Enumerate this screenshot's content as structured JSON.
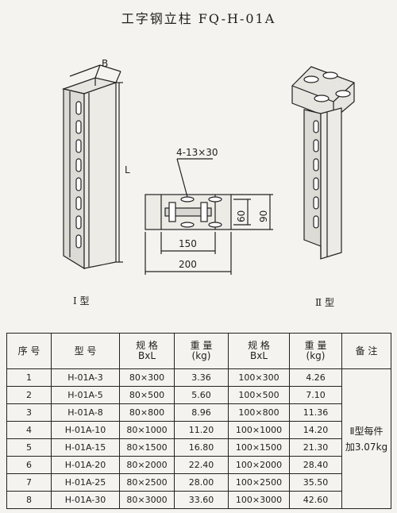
{
  "title": "工字钢立柱   FQ-H-01A",
  "drawing": {
    "label_B": "B",
    "label_L": "L",
    "label_holes": "4-13×30",
    "dim_60": "60",
    "dim_90": "90",
    "dim_150": "150",
    "dim_200": "200",
    "caption_type1": "Ⅰ 型",
    "caption_type2": "Ⅱ 型"
  },
  "table": {
    "headers": {
      "seq": "序 号",
      "model": "型    号",
      "spec1_a": "规  格",
      "spec1_b": "BxL",
      "weight1_a": "重  量",
      "weight1_b": "(kg)",
      "spec2_a": "规  格",
      "spec2_b": "BxL",
      "weight2_a": "重  量",
      "weight2_b": "(kg)",
      "note": "备  注"
    },
    "rows": [
      {
        "seq": "1",
        "model": "H-01A-3",
        "spec1": "80×300",
        "w1": "3.36",
        "spec2": "100×300",
        "w2": "4.26"
      },
      {
        "seq": "2",
        "model": "H-01A-5",
        "spec1": "80×500",
        "w1": "5.60",
        "spec2": "100×500",
        "w2": "7.10"
      },
      {
        "seq": "3",
        "model": "H-01A-8",
        "spec1": "80×800",
        "w1": "8.96",
        "spec2": "100×800",
        "w2": "11.36"
      },
      {
        "seq": "4",
        "model": "H-01A-10",
        "spec1": "80×1000",
        "w1": "11.20",
        "spec2": "100×1000",
        "w2": "14.20"
      },
      {
        "seq": "5",
        "model": "H-01A-15",
        "spec1": "80×1500",
        "w1": "16.80",
        "spec2": "100×1500",
        "w2": "21.30"
      },
      {
        "seq": "6",
        "model": "H-01A-20",
        "spec1": "80×2000",
        "w1": "22.40",
        "spec2": "100×2000",
        "w2": "28.40"
      },
      {
        "seq": "7",
        "model": "H-01A-25",
        "spec1": "80×2500",
        "w1": "28.00",
        "spec2": "100×2500",
        "w2": "35.50"
      },
      {
        "seq": "8",
        "model": "H-01A-30",
        "spec1": "80×3000",
        "w1": "33.60",
        "spec2": "100×3000",
        "w2": "42.60"
      }
    ],
    "note_line1": "Ⅱ型每件",
    "note_line2": "加3.07kg"
  }
}
